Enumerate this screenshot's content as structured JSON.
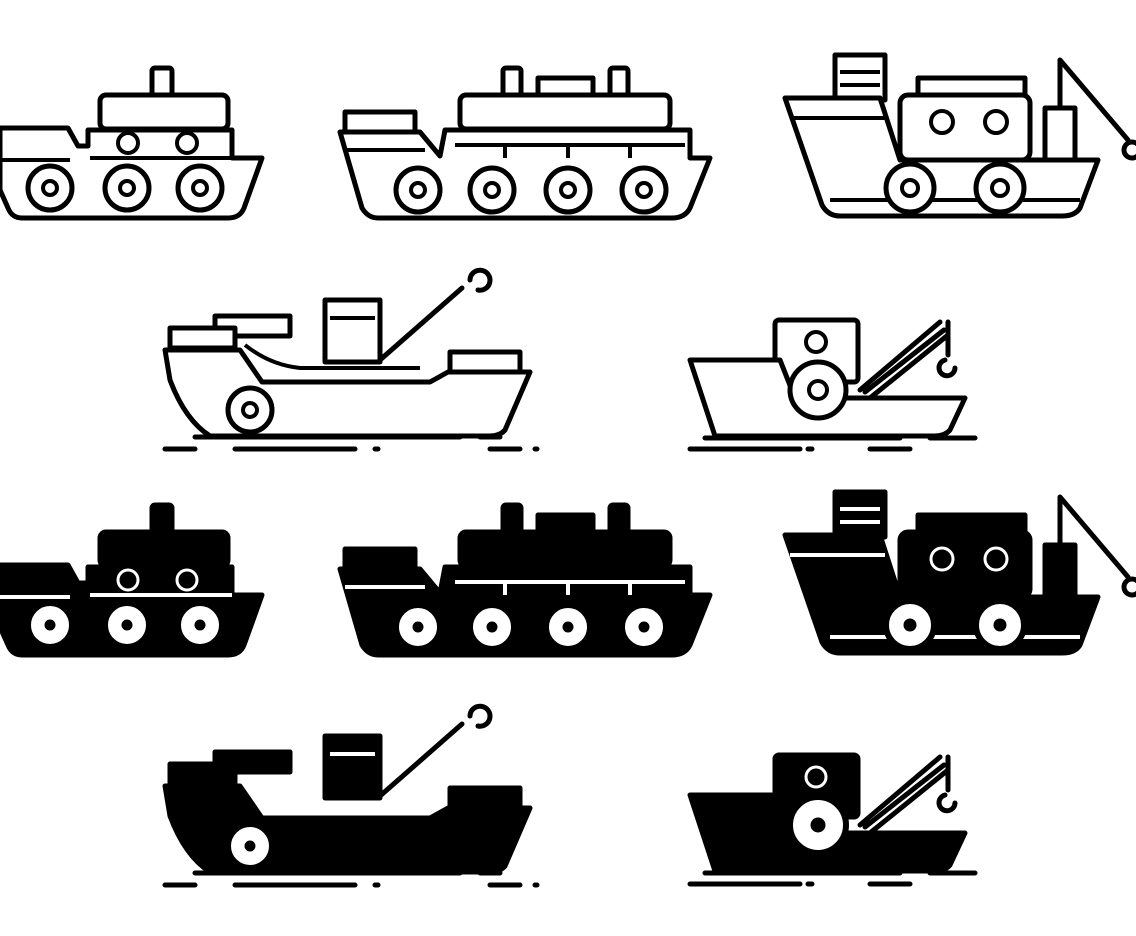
{
  "title": "",
  "icons": [
    {
      "name": "ferry-outline-icon",
      "style": "outline"
    },
    {
      "name": "cruise-ship-outline-icon",
      "style": "outline"
    },
    {
      "name": "fishing-trawler-outline-icon",
      "style": "outline"
    },
    {
      "name": "cargo-ship-outline-icon",
      "style": "outline"
    },
    {
      "name": "crane-barge-outline-icon",
      "style": "outline"
    },
    {
      "name": "ferry-glyph-icon",
      "style": "filled"
    },
    {
      "name": "cruise-ship-glyph-icon",
      "style": "filled"
    },
    {
      "name": "fishing-trawler-glyph-icon",
      "style": "filled"
    },
    {
      "name": "cargo-ship-glyph-icon",
      "style": "filled"
    },
    {
      "name": "crane-barge-glyph-icon",
      "style": "filled"
    }
  ],
  "colors": {
    "ink": "#000000",
    "background": "#ffffff"
  }
}
